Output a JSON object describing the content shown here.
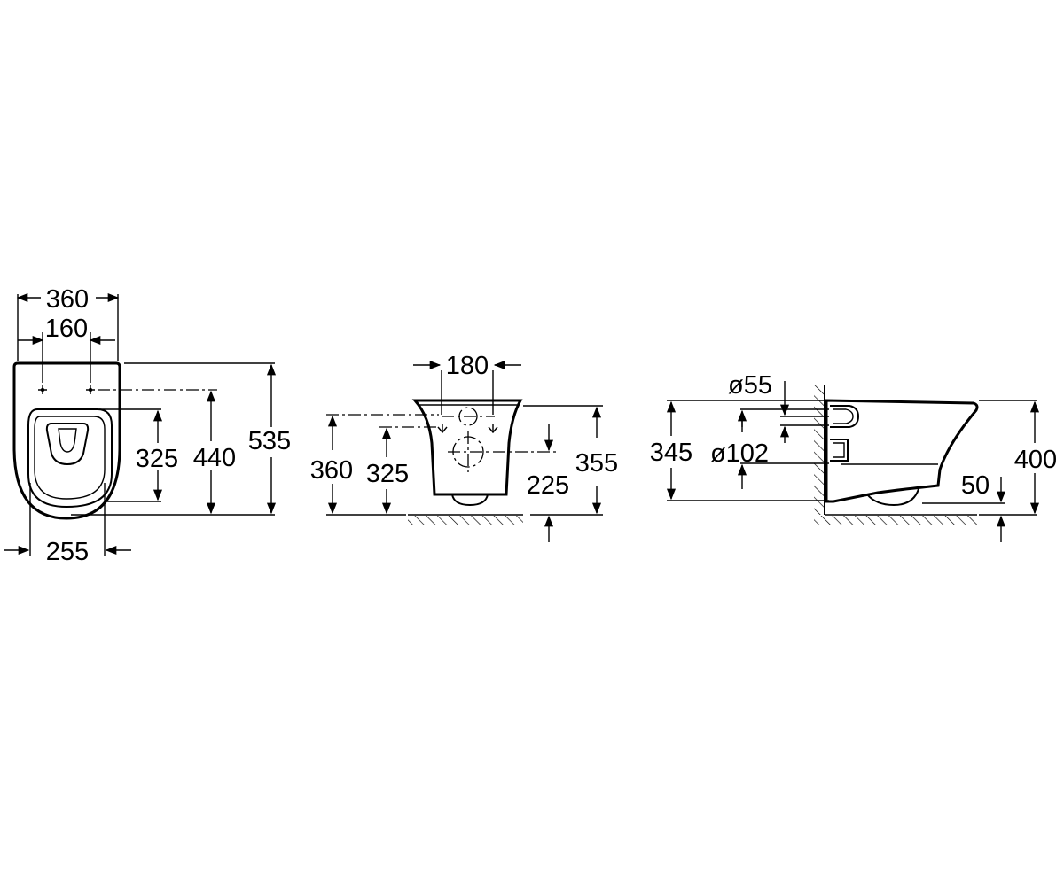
{
  "top_view": {
    "width_outer": "360",
    "width_holes": "160",
    "depth_bowl": "325",
    "depth_holes": "440",
    "depth_total": "535",
    "width_bottom": "255"
  },
  "front_view": {
    "width_holes": "180",
    "height_total": "360",
    "height_fixing": "325",
    "height_outlet": "225",
    "height_bowl": "355"
  },
  "side_view": {
    "diameter_inlet": "ø55",
    "diameter_outlet": "ø102",
    "height_outlet": "345",
    "height_total": "400",
    "height_base": "50"
  }
}
